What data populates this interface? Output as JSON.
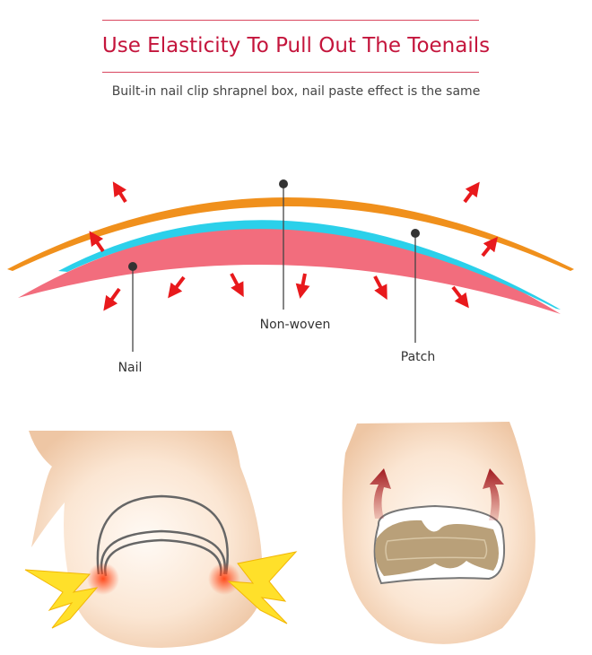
{
  "header": {
    "title": "Use Elasticity To Pull Out The Toenails",
    "subtitle": "Built-in nail clip shrapnel box, nail paste effect is the same"
  },
  "diagram": {
    "labels": {
      "nail": "Nail",
      "non_woven": "Non-woven",
      "patch": "Patch"
    },
    "colors": {
      "patch": "#f0901c",
      "non_woven": "#2bd0ea",
      "nail": "#f26d7d",
      "arrow": "#e8191c",
      "title": "#c4153c"
    }
  },
  "illustrations": [
    {
      "name": "ingrown-toenail-before"
    },
    {
      "name": "toenail-with-patch-after"
    }
  ]
}
